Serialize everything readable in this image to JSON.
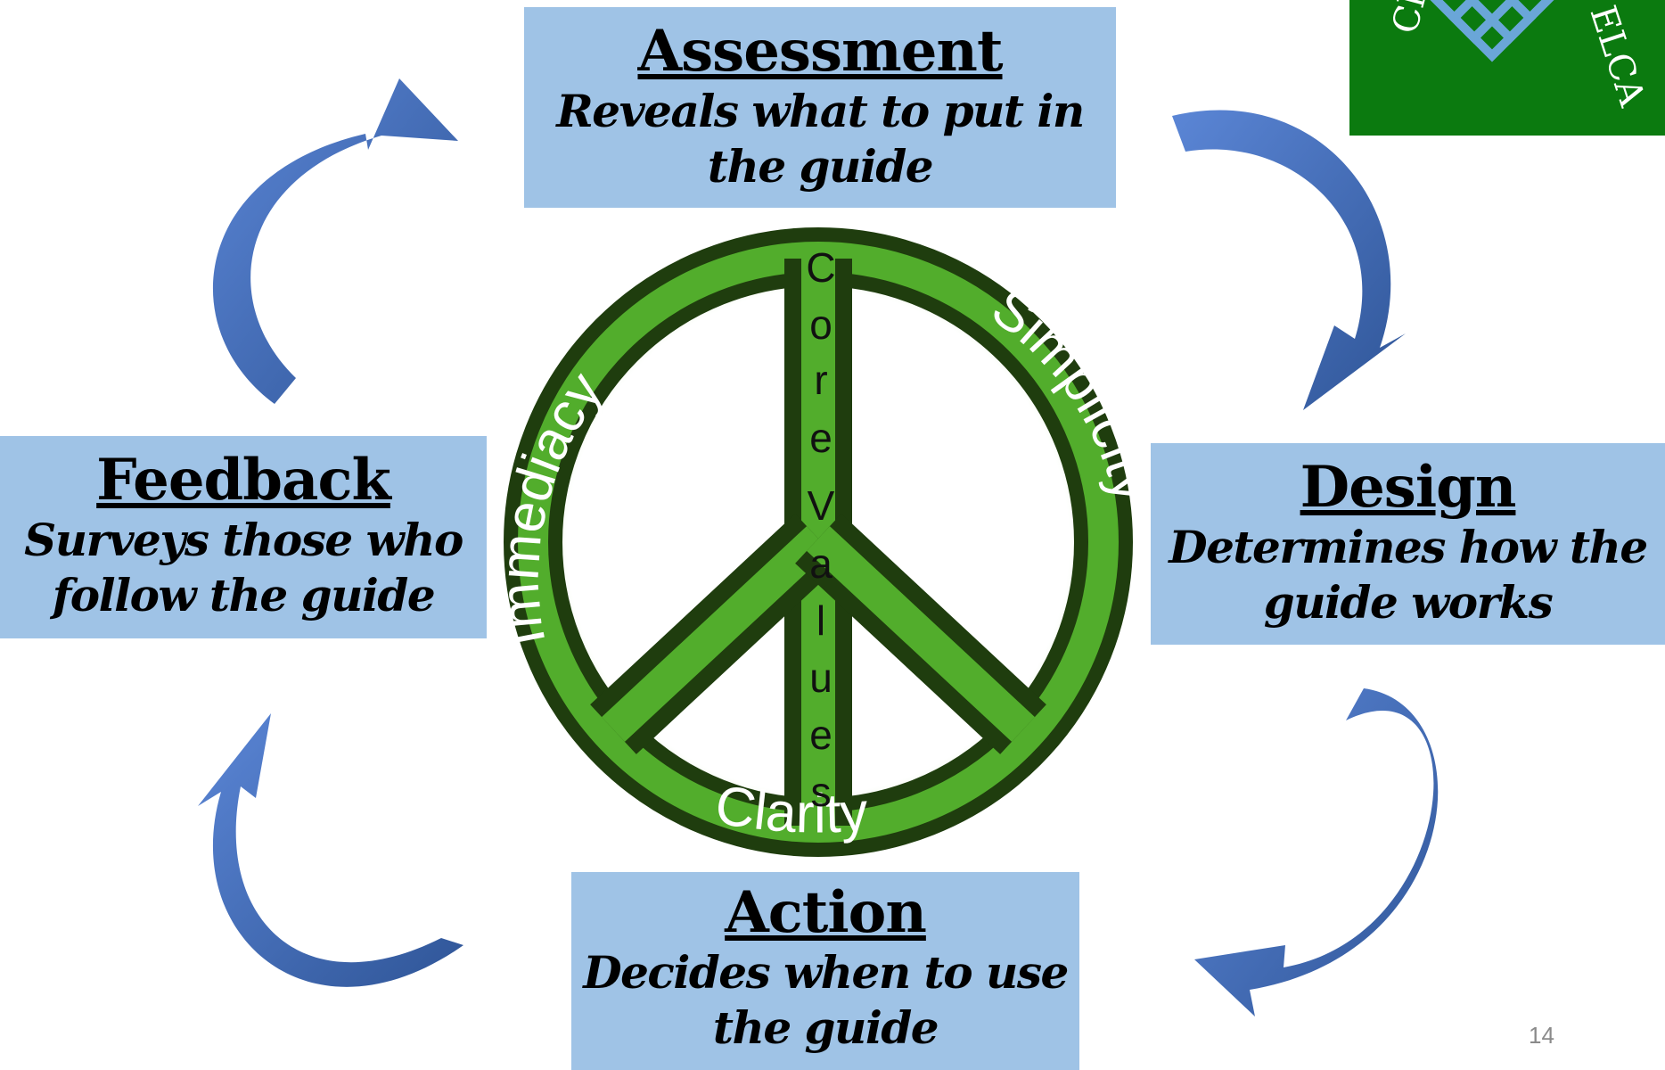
{
  "boxes": {
    "assessment": {
      "title": "Assessment",
      "line1": "Reveals what to put in",
      "line2": "the guide"
    },
    "feedback": {
      "title": "Feedback",
      "line1": "Surveys those who",
      "line2": "follow the guide"
    },
    "design": {
      "title": "Design",
      "line1": "Determines how the",
      "line2": "guide works"
    },
    "action": {
      "title": "Action",
      "line1": "Decides when to use",
      "line2": "the guide"
    }
  },
  "peace_sign": {
    "core_letters": [
      "C",
      "o",
      "r",
      "e",
      "V",
      "a",
      "l",
      "u",
      "e",
      "s"
    ],
    "left_arc": "Immediacy",
    "right_arc": "Simplicity",
    "bottom": "Clarity"
  },
  "logo": {
    "text_left": "Christi",
    "text_right": "ELCA"
  },
  "page_number": "14",
  "colors": {
    "box": "#9fc3e6",
    "arrow": "#4472c4",
    "ring": "#4ea82a",
    "logo_bg": "#0b7a0f"
  }
}
